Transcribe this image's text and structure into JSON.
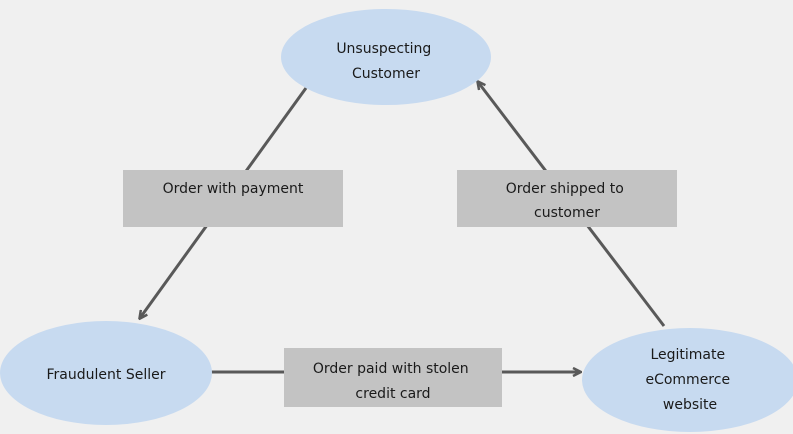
{
  "colors": {
    "background": "#f0f0f0",
    "node_fill": "#c7daf0",
    "label_box_fill": "#c3c3c3",
    "arrow": "#595959"
  },
  "nodes": {
    "customer": {
      "lines": [
        "Unsuspecting",
        "Customer"
      ]
    },
    "seller": {
      "lines": [
        "Fraudulent Seller"
      ]
    },
    "website": {
      "lines": [
        "Legitimate",
        "eCommerce",
        "website"
      ]
    }
  },
  "edges": {
    "order_with_payment": {
      "lines": [
        "Order with payment"
      ]
    },
    "order_shipped": {
      "lines": [
        "Order shipped to",
        "customer"
      ]
    },
    "order_paid": {
      "lines": [
        "Order paid with stolen",
        "credit card"
      ]
    }
  }
}
